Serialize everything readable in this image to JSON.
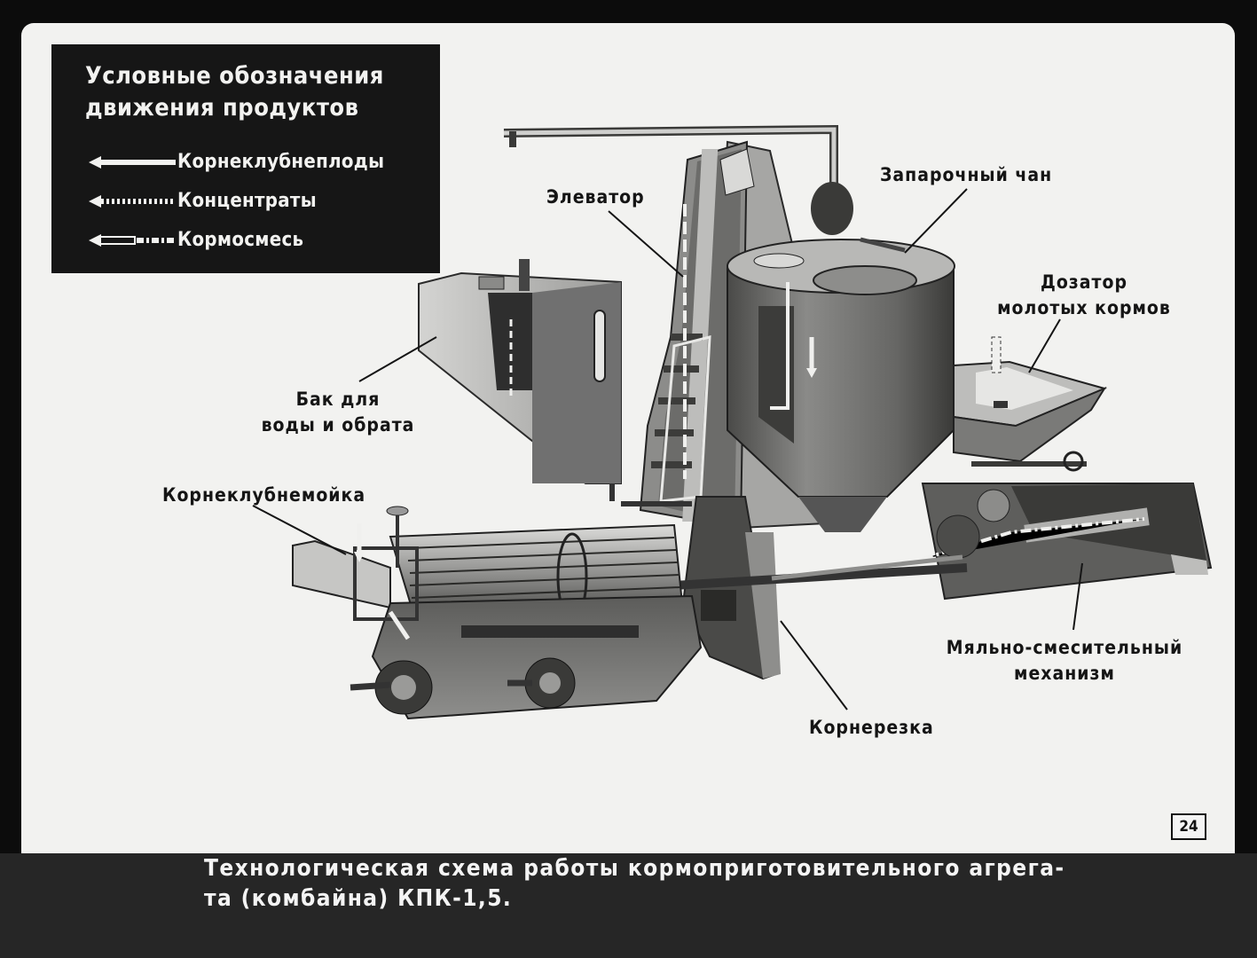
{
  "legend": {
    "title_line1": "Условные обозначения",
    "title_line2": "движения продуктов",
    "items": [
      {
        "label": "Корнеклубнеплоды",
        "arrow_style": "solid-white"
      },
      {
        "label": "Концентраты",
        "arrow_style": "dotted"
      },
      {
        "label": "Кормосмесь",
        "arrow_style": "dash-dot"
      }
    ]
  },
  "labels": {
    "elevator": "Элеватор",
    "steaming_tank": "Запарочный чан",
    "dispenser_line1": "Дозатор",
    "dispenser_line2": "молотых кормов",
    "water_tank_line1": "Бак для",
    "water_tank_line2": "воды и обрата",
    "root_washer": "Корнеклубнемойка",
    "mixer_line1": "Мяльно-смесительный",
    "mixer_line2": "механизм",
    "root_cutter": "Корнерезка"
  },
  "caption": {
    "line1": "Технологическая схема работы кормоприготовительного агрега-",
    "line2": "та (комбайна) КПК-1,5."
  },
  "page_number": "24",
  "colors": {
    "background": "#f2f2f0",
    "frame": "#0c0c0c",
    "legend_bg": "#161616",
    "machine_light": "#a4a4a2",
    "machine_mid": "#6f6f6d",
    "machine_dark": "#2c2c2c",
    "caption_bar": "#262626"
  }
}
